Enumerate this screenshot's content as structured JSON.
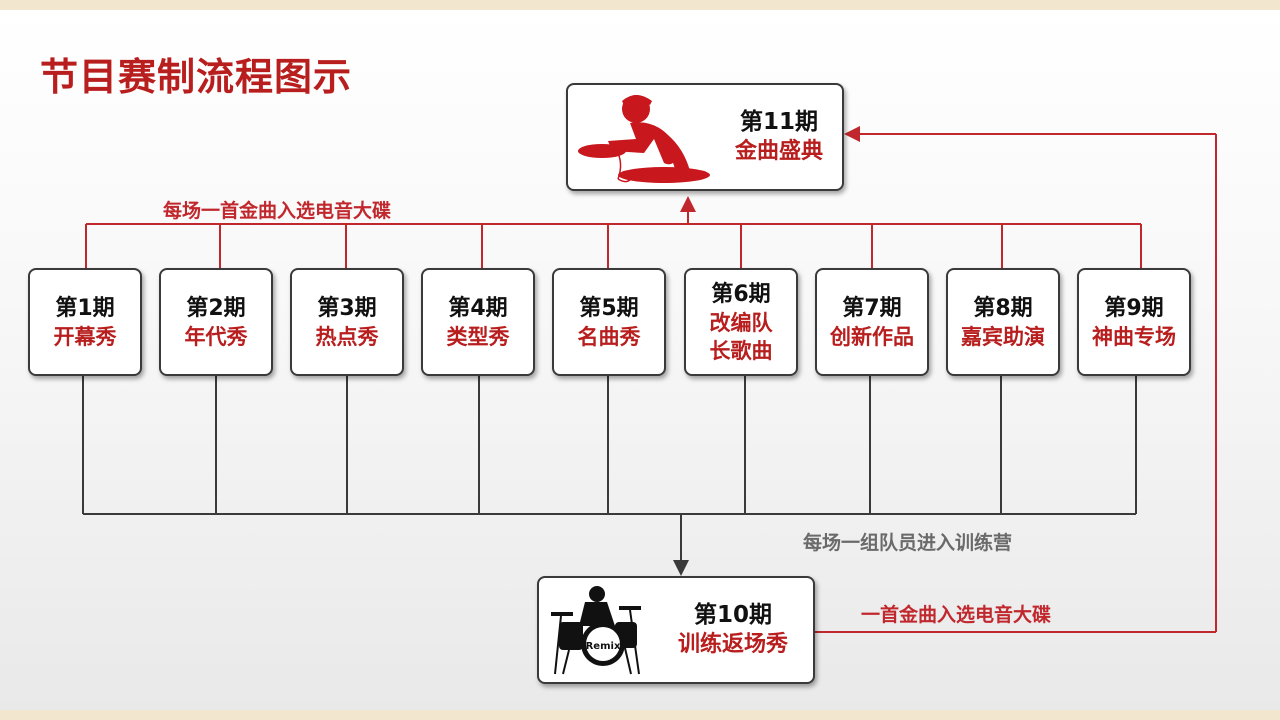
{
  "title": "节目赛制流程图示",
  "labels": {
    "top_flow": "每场一首金曲入选电音大碟",
    "bottom_flow": "每场一组队员进入训练营",
    "return_flow": "一首金曲入选电音大碟"
  },
  "episodes": [
    {
      "number": "第1期",
      "name": "开幕秀"
    },
    {
      "number": "第2期",
      "name": "年代秀"
    },
    {
      "number": "第3期",
      "name": "热点秀"
    },
    {
      "number": "第4期",
      "name": "类型秀"
    },
    {
      "number": "第5期",
      "name": "名曲秀"
    },
    {
      "number": "第6期",
      "name": "改编队",
      "name2": "长歌曲"
    },
    {
      "number": "第7期",
      "name": "创新作品"
    },
    {
      "number": "第8期",
      "name": "嘉宾助演"
    },
    {
      "number": "第9期",
      "name": "神曲专场"
    }
  ],
  "finale": {
    "number": "第11期",
    "name": "金曲盛典",
    "icon": "dj-icon"
  },
  "training": {
    "number": "第10期",
    "name": "训练返场秀",
    "icon": "drummer-icon",
    "icon_text": "Remix"
  },
  "colors": {
    "accent": "#c0282d",
    "line": "#3a3a3a"
  }
}
